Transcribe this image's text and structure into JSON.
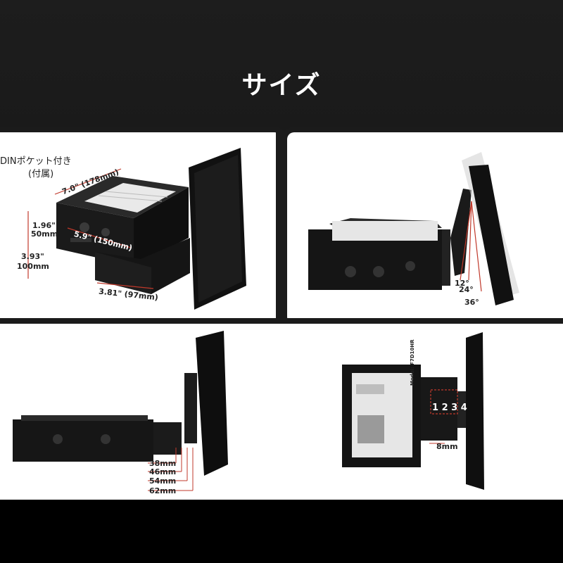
{
  "header": {
    "title": "サイズ"
  },
  "panel_front": {
    "note_line1": "DINポケット付き",
    "note_line2": "(付属)",
    "dim_width": "7.0\" (178mm)",
    "dim_depth": "5.9\" (150mm)",
    "dim_height_small_in": "1.96\"",
    "dim_height_small_mm": "50mm",
    "dim_height_large_in": "3.93\"",
    "dim_height_large_mm": "100mm",
    "dim_bottom": "3.81\" (97mm)"
  },
  "panel_tilt": {
    "angles": [
      "12°",
      "24°",
      "36°"
    ]
  },
  "panel_side": {
    "offsets": [
      "38mm",
      "46mm",
      "54mm",
      "62mm"
    ]
  },
  "panel_rear": {
    "positions": "1 2 3 4",
    "offset": "8mm",
    "model_label": "Model: F7D10HR"
  },
  "colors": {
    "header_bg": "#1c1c1c",
    "dimension_red": "#c0392b",
    "device_black": "#111111"
  }
}
